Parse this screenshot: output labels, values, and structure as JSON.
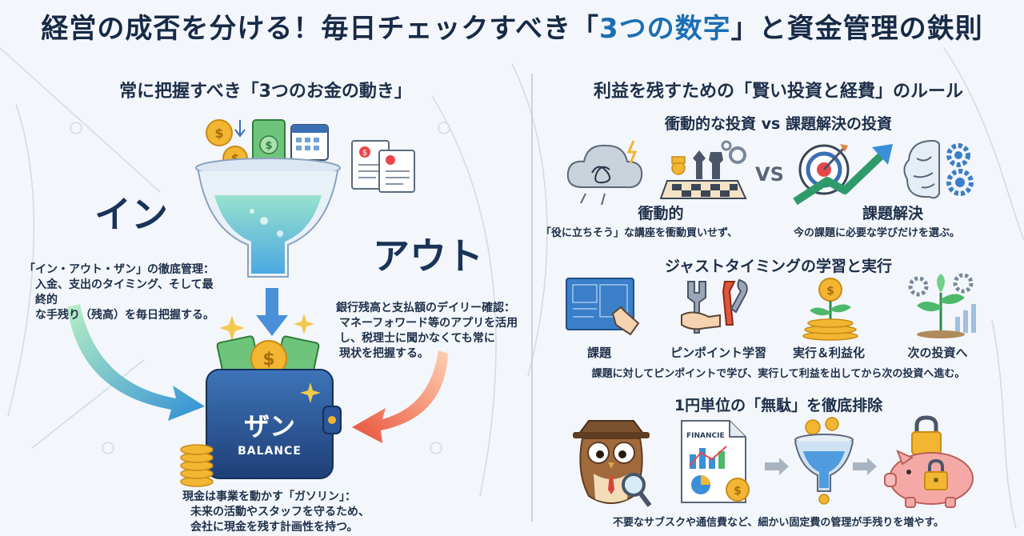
{
  "title": {
    "pre": "経営の成否を分ける！毎日チェックすべき「",
    "highlight": "3つの数字",
    "post": "」と資金管理の鉄則"
  },
  "left": {
    "heading": "常に把握すべき「3つのお金の動き」",
    "in_label": "イン",
    "out_label": "アウト",
    "wallet_label": "ザン",
    "wallet_sub": "BALANCE",
    "note1": {
      "title": "「イン・アウト・ザン」の徹底管理：",
      "lines": [
        "入金、支出のタイミング、そして最終的",
        "な手残り（残高）を毎日把握する。"
      ]
    },
    "note2": {
      "title": "銀行残高と支払額のデイリー確認：",
      "lines": [
        "マネーフォワード等のアプリを活用",
        "し、税理士に聞かなくても常に",
        "現状を把握する。"
      ]
    },
    "note3": {
      "title": "現金は事業を動かす「ガソリン」：",
      "lines": [
        "未来の活動やスタッフを守るため、",
        "会社に現金を残す計画性を持つ。"
      ]
    }
  },
  "right": {
    "heading": "利益を残すための「賢い投資と経費」のルール",
    "section1": {
      "heading": "衝動的な投資 vs 課題解決の投資",
      "vs": "VS",
      "left_label": "衝動的",
      "left_desc": "「役に立ちそう」な講座を衝動買いせず、",
      "right_label": "課題解決",
      "right_desc": "今の課題に必要な学びだけを選ぶ。"
    },
    "section2": {
      "heading": "ジャストタイミングの学習と実行",
      "steps": [
        "課題",
        "ピンポイント学習",
        "実行＆利益化",
        "次の投資へ"
      ],
      "desc": "課題に対してピンポイントで学び、実行して利益を出してから次の投資へ進む。"
    },
    "section3": {
      "heading": "1円単位の「無駄」を徹底排除",
      "doc_label": "FINANCIE",
      "desc": "不要なサブスクや通信費など、細かい固定費の管理が手残りを増やす。"
    }
  },
  "colors": {
    "navy": "#172a47",
    "accent_blue": "#1c6eb4",
    "wallet_blue": "#2a5a9c",
    "gold": "#f2b632",
    "green_arrow": "#6fd08a",
    "orange_arrow": "#f07a3c"
  },
  "icons": [
    "coin-icon",
    "cash-icon",
    "calendar-icon",
    "invoice-icon",
    "funnel-icon",
    "wallet-icon",
    "storm-cloud-icon",
    "chess-icon",
    "target-icon",
    "brain-gear-icon",
    "blueprint-icon",
    "tools-icon",
    "coin-plant-icon",
    "growth-plant-icon",
    "owl-detective-icon",
    "finance-report-icon",
    "piggy-lock-icon"
  ]
}
